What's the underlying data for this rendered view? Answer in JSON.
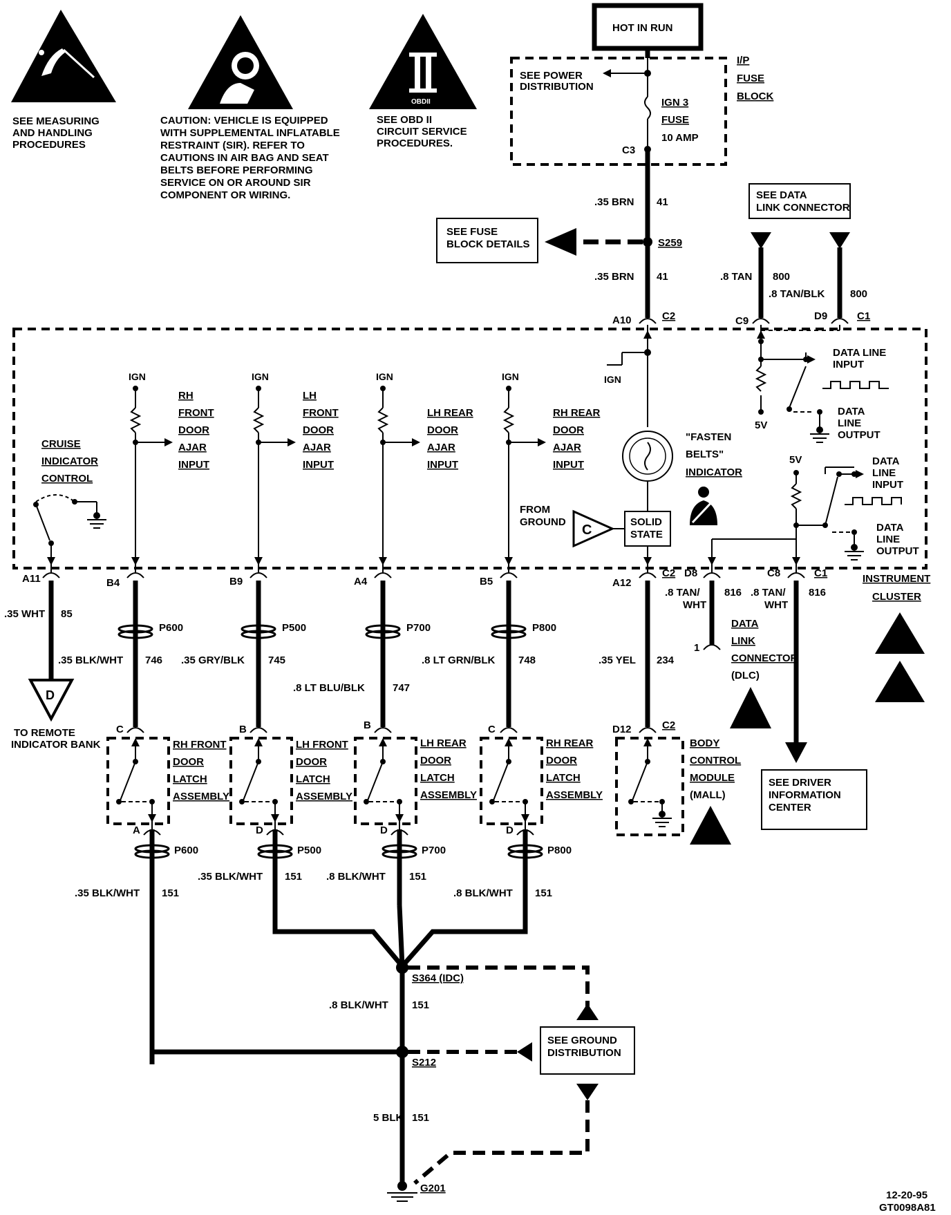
{
  "warnings": [
    {
      "icon": "esd-hand-icon",
      "lines": [
        "SEE MEASURING",
        "AND HANDLING",
        "PROCEDURES"
      ]
    },
    {
      "icon": "airbag-icon",
      "lines": [
        "CAUTION: VEHICLE IS EQUIPPED",
        "WITH SUPPLEMENTAL INFLATABLE",
        "RESTRAINT (SIR). REFER TO",
        "CAUTIONS IN AIR BAG AND SEAT",
        "BELTS BEFORE PERFORMING",
        "SERVICE ON OR AROUND SIR",
        "COMPONENT OR WIRING."
      ]
    },
    {
      "icon": "obd-icon",
      "icon_label": "OBDII",
      "lines": [
        "SEE OBD II",
        "CIRCUIT SERVICE",
        "PROCEDURES."
      ]
    }
  ],
  "power": {
    "hot_in_run": "HOT IN RUN",
    "fuse_block_label": [
      "I/P",
      "FUSE",
      "BLOCK"
    ],
    "see_power_dist": [
      "SEE POWER",
      "DISTRIBUTION"
    ],
    "fuse_label": [
      "IGN 3",
      "FUSE",
      "10 AMP"
    ],
    "c3": "C3",
    "wire_upper": {
      "gauge": ".35 BRN",
      "circuit": "41"
    },
    "splice": "S259",
    "see_fuse_details": [
      "SEE FUSE",
      "BLOCK DETAILS"
    ],
    "wire_lower": {
      "gauge": ".35 BRN",
      "circuit": "41"
    }
  },
  "dlc_top": {
    "box": [
      "SEE DATA",
      "LINK CONNECTOR"
    ],
    "wire1": {
      "gauge": ".8 TAN",
      "circuit": "800"
    },
    "wire2": {
      "gauge": ".8 TAN/BLK",
      "circuit": "800"
    },
    "pins": [
      "C9",
      "D9",
      "C1"
    ]
  },
  "cluster": {
    "top_pin": "A10",
    "top_conn": "C2",
    "ign": "IGN",
    "cruise": [
      "CRUISE",
      "INDICATOR",
      "CONTROL"
    ],
    "door_inputs": [
      {
        "ign": "IGN",
        "label": [
          "RH",
          "FRONT",
          "DOOR",
          "AJAR",
          "INPUT"
        ]
      },
      {
        "ign": "IGN",
        "label": [
          "LH",
          "FRONT",
          "DOOR",
          "AJAR",
          "INPUT"
        ]
      },
      {
        "ign": "IGN",
        "label": [
          "LH REAR",
          "DOOR",
          "AJAR",
          "INPUT"
        ]
      },
      {
        "ign": "IGN",
        "label": [
          "RH REAR",
          "DOOR",
          "AJAR",
          "INPUT"
        ]
      }
    ],
    "from_ground": [
      "FROM",
      "GROUND"
    ],
    "c_callout": "C",
    "fasten_belts": [
      "\"FASTEN",
      "BELTS\"",
      "INDICATOR"
    ],
    "solid_state": [
      "SOLID",
      "STATE"
    ],
    "data_line_input": [
      "DATA LINE",
      "INPUT"
    ],
    "data_line_output": [
      "DATA",
      "LINE",
      "OUTPUT"
    ],
    "five_v": "5V",
    "data_line_input2": [
      "DATA",
      "LINE",
      "INPUT"
    ],
    "data_line_output2": [
      "DATA",
      "LINE",
      "OUTPUT"
    ],
    "name": [
      "INSTRUMENT",
      "CLUSTER"
    ]
  },
  "bottom_pins": {
    "a11": "A11",
    "b4": "B4",
    "b9": "B9",
    "a4": "A4",
    "b5": "B5",
    "a12": "A12",
    "c2": "C2",
    "d8": "D8",
    "c8": "C8",
    "c1": "C1"
  },
  "wires": {
    "cruise": {
      "gauge": ".35 WHT",
      "circuit": "85"
    },
    "rh_front": {
      "gauge": ".35 BLK/WHT",
      "circuit": "746",
      "conn": "P600"
    },
    "lh_front": {
      "gauge": ".35 GRY/BLK",
      "circuit": "745",
      "conn": "P500"
    },
    "lh_rear": {
      "gauge": ".8 LT BLU/BLK",
      "circuit": "747",
      "conn": "P700"
    },
    "rh_rear": {
      "gauge": ".8 LT GRN/BLK",
      "circuit": "748",
      "conn": "P800"
    },
    "belts": {
      "gauge": ".35 YEL",
      "circuit": "234"
    },
    "dlc1": {
      "gauge": [
        ".8 TAN/",
        "WHT"
      ],
      "circuit": "816"
    },
    "dlc2": {
      "gauge": [
        ".8 TAN/",
        "WHT"
      ],
      "circuit": "816"
    }
  },
  "remote": {
    "callout": "D",
    "label": [
      "TO REMOTE",
      "INDICATOR BANK"
    ]
  },
  "dlc_conn": {
    "pin": "1",
    "label": [
      "DATA",
      "LINK",
      "CONNECTOR",
      "(DLC)"
    ]
  },
  "driver_info": [
    "SEE DRIVER",
    "INFORMATION",
    "CENTER"
  ],
  "latches": [
    {
      "top": "C",
      "bottom": "A",
      "label": [
        "RH FRONT",
        "DOOR",
        "LATCH",
        "ASSEMBLY"
      ],
      "conn": "P600",
      "wire": {
        "gauge": ".35 BLK/WHT",
        "circuit": "151"
      }
    },
    {
      "top": "B",
      "bottom": "D",
      "label": [
        "LH FRONT",
        "DOOR",
        "LATCH",
        "ASSEMBLY"
      ],
      "conn": "P500",
      "wire": {
        "gauge": ".35 BLK/WHT",
        "circuit": "151"
      }
    },
    {
      "top": "B",
      "bottom": "D",
      "label": [
        "LH REAR",
        "DOOR",
        "LATCH",
        "ASSEMBLY"
      ],
      "conn": "P700",
      "wire": {
        "gauge": ".8 BLK/WHT",
        "circuit": "151"
      }
    },
    {
      "top": "C",
      "bottom": "D",
      "label": [
        "RH REAR",
        "DOOR",
        "LATCH",
        "ASSEMBLY"
      ],
      "conn": "P800",
      "wire": {
        "gauge": ".8 BLK/WHT",
        "circuit": "151"
      }
    }
  ],
  "bcm": {
    "pin": "D12",
    "conn": "C2",
    "label": [
      "BODY",
      "CONTROL",
      "MODULE",
      "(MALL)"
    ]
  },
  "ground": {
    "s364": "S364 (IDC)",
    "wire_mid": {
      "gauge": ".8 BLK/WHT",
      "circuit": "151"
    },
    "see_ground": [
      "SEE GROUND",
      "DISTRIBUTION"
    ],
    "s212": "S212",
    "wire_low": {
      "gauge": "5 BLK",
      "circuit": "151"
    },
    "g201": "G201"
  },
  "footer": [
    "12-20-95",
    "GT0098A81"
  ]
}
